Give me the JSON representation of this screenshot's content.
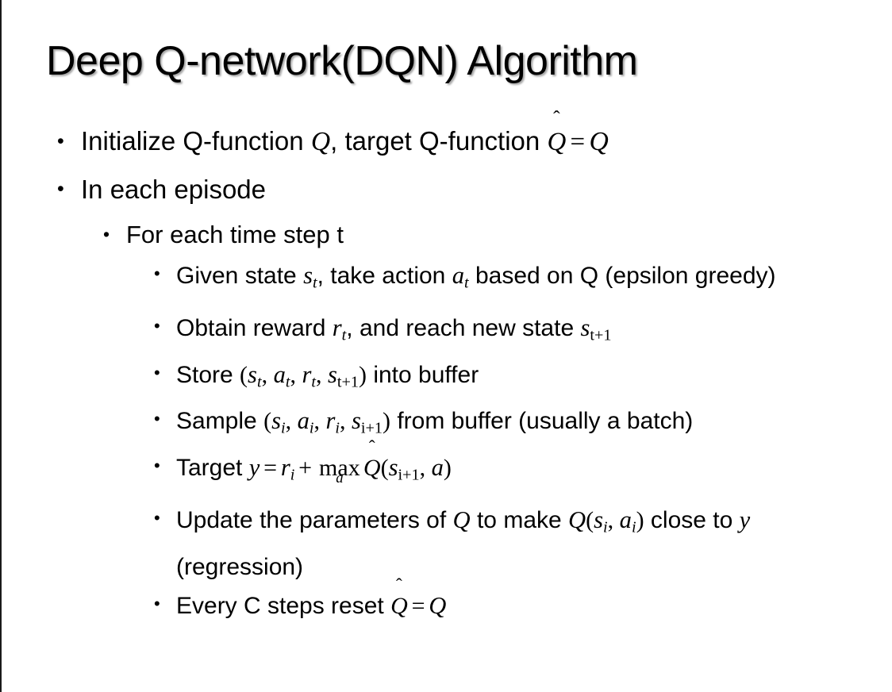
{
  "slide": {
    "title": "Deep Q-network(DQN) Algorithm",
    "background_color": "#ffffff",
    "text_color": "#000000",
    "border_color": "#1a1a1a"
  },
  "bullet_glyph": "•",
  "content": [
    {
      "level": 1,
      "id": "initialize",
      "plain_text": "Initialize Q-function Q, target Q-function Q̂ = Q",
      "segments": {
        "pre": "Initialize Q-function ",
        "var_q1": "Q",
        "mid": ", target Q-function ",
        "hat_base": "Q",
        "hat_mark": "̂",
        "equals": "=",
        "var_q2": "Q"
      }
    },
    {
      "level": 1,
      "id": "in-each-episode",
      "plain_text": "In each episode",
      "segments": {
        "pre": "In each episode"
      }
    },
    {
      "level": 2,
      "id": "for-each-time-step",
      "plain_text": "For each time step t",
      "segments": {
        "pre": "For each time step t"
      }
    },
    {
      "level": 3,
      "id": "given-state",
      "plain_text": "Given state s_t, take action a_t based on Q (epsilon greedy)",
      "segments": {
        "pre": "Given state ",
        "var_s": "s",
        "sub_s": "t",
        "mid": ", take action ",
        "var_a": "a",
        "sub_a": "t",
        "post": " based on Q (epsilon greedy)"
      }
    },
    {
      "level": 3,
      "id": "obtain-reward",
      "plain_text": "Obtain reward r_t, and reach new state s_t+1",
      "segments": {
        "pre": "Obtain reward ",
        "var_r": "r",
        "sub_r": "t",
        "mid": ", and reach new state ",
        "var_s": "s",
        "sub_s": "t+1"
      }
    },
    {
      "level": 3,
      "id": "store-into-buffer",
      "plain_text": "Store (s_t, a_t, r_t, s_t+1) into buffer",
      "segments": {
        "pre": "Store ",
        "open": "(",
        "v1": "s",
        "s1": "t",
        "c1": ", ",
        "v2": "a",
        "s2": "t",
        "c2": ", ",
        "v3": "r",
        "s3": "t",
        "c3": ", ",
        "v4": "s",
        "s4": "t+1",
        "close": ")",
        "post": " into buffer"
      }
    },
    {
      "level": 3,
      "id": "sample-from-buffer",
      "plain_text": "Sample (s_i, a_i, r_i, s_i+1) from buffer (usually a batch)",
      "segments": {
        "pre": "Sample ",
        "open": "(",
        "v1": "s",
        "s1": "i",
        "c1": ", ",
        "v2": "a",
        "s2": "i",
        "c2": ", ",
        "v3": "r",
        "s3": "i",
        "c3": ", ",
        "v4": "s",
        "s4": "i+1",
        "close": ")",
        "post": " from buffer (usually a batch)"
      }
    },
    {
      "level": 3,
      "id": "target",
      "plain_text": "Target y = r_i + max_a Q̂(s_i+1, a)",
      "segments": {
        "pre": "Target ",
        "var_y": "y",
        "equals": "=",
        "var_r": "r",
        "sub_r": "i",
        "plus": "+",
        "op_name": "max",
        "op_sub": "a",
        "hat_base": "Q",
        "hat_mark": "̂",
        "open": "(",
        "var_s": "s",
        "sub_s": "i+1",
        "comma": ", ",
        "var_a": "a",
        "close": ")"
      }
    },
    {
      "level": 3,
      "id": "update-parameters",
      "plain_text": "Update the parameters of Q to make Q(s_i, a_i) close to y (regression)",
      "segments": {
        "pre": "Update the parameters of ",
        "var_q1": "Q",
        "mid": " to make ",
        "var_q2": "Q",
        "open": "(",
        "v1": "s",
        "s1": "i",
        "c1": ", ",
        "v2": "a",
        "s2": "i",
        "close": ")",
        "post": " close to ",
        "var_y": "y",
        "tail": " (regression)"
      }
    },
    {
      "level": 3,
      "id": "reset-target-network",
      "plain_text": "Every C steps reset Q̂ = Q",
      "segments": {
        "pre": "Every C steps reset ",
        "hat_base": "Q",
        "hat_mark": "̂",
        "equals": "=",
        "var_q": "Q"
      }
    }
  ]
}
